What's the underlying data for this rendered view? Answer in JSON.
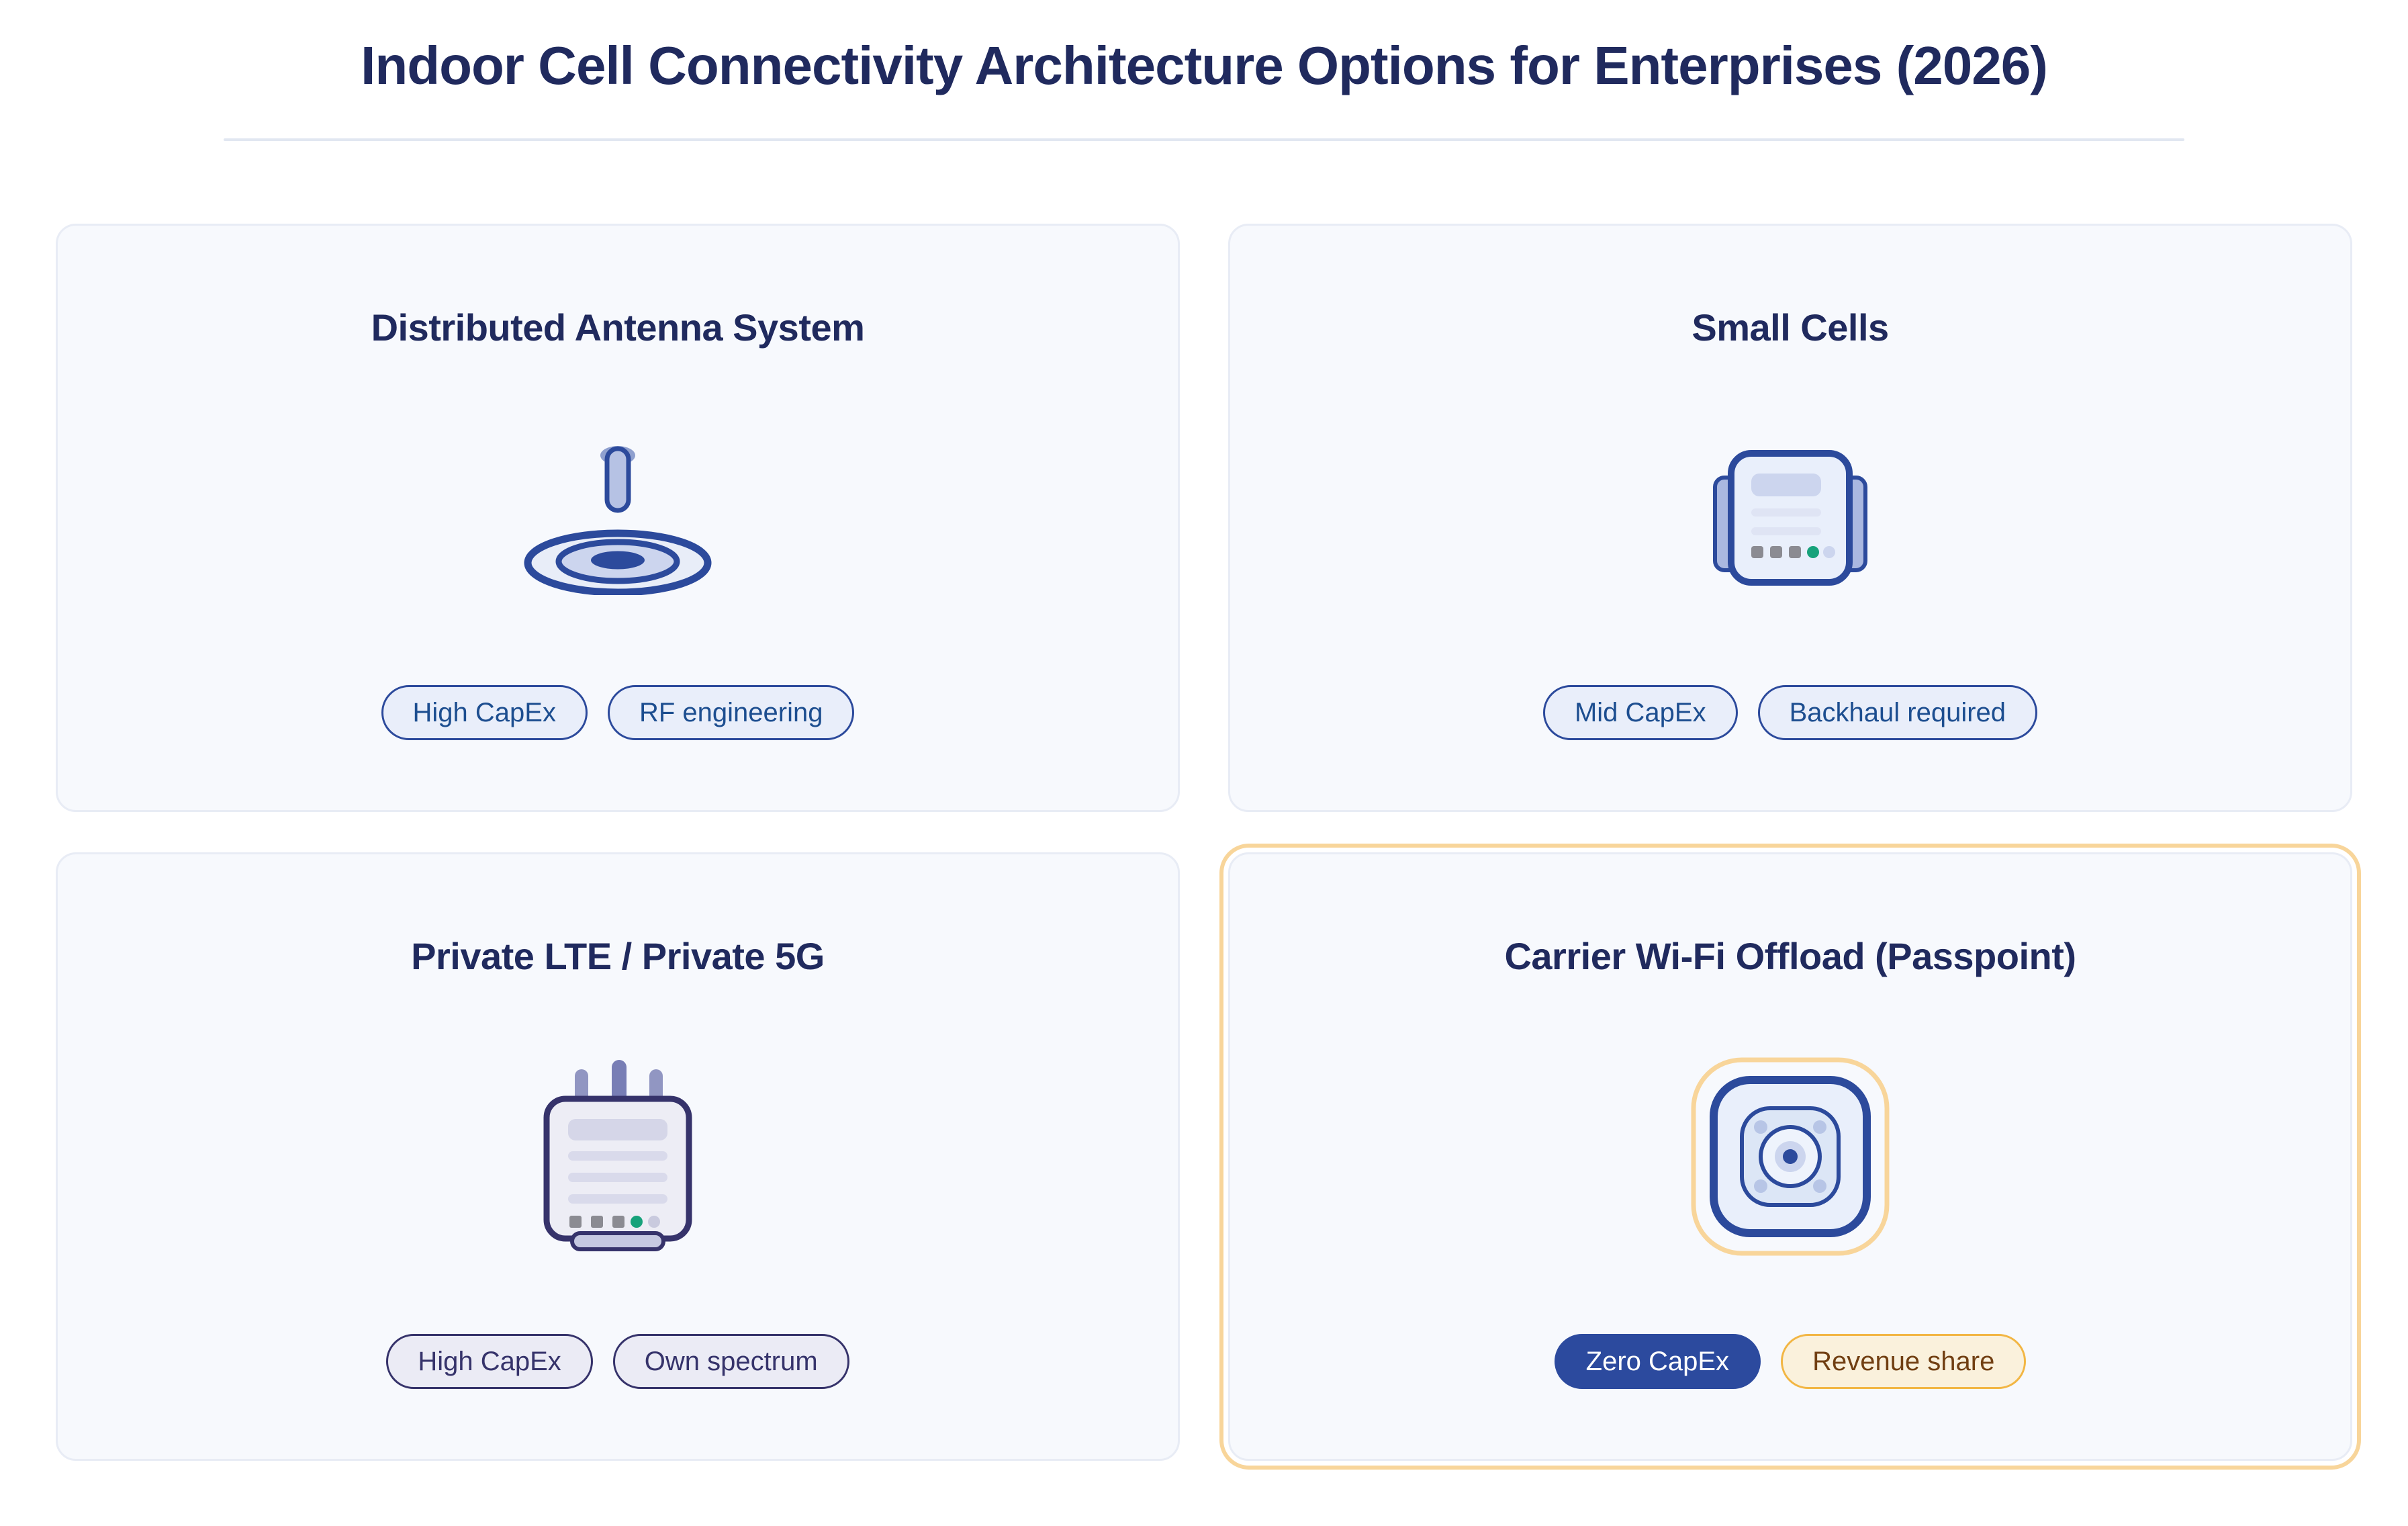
{
  "page": {
    "title": "Indoor Cell Connectivity Architecture Options for Enterprises (2026)"
  },
  "cards": [
    {
      "title": "Distributed Antenna System",
      "icon": "ceiling-antenna-icon",
      "highlighted": false,
      "badges": [
        {
          "label": "High CapEx",
          "variant": "blue-outline"
        },
        {
          "label": "RF engineering",
          "variant": "blue-outline"
        }
      ]
    },
    {
      "title": "Small Cells",
      "icon": "small-cell-icon",
      "highlighted": false,
      "badges": [
        {
          "label": "Mid CapEx",
          "variant": "blue-outline"
        },
        {
          "label": "Backhaul required",
          "variant": "blue-outline"
        }
      ]
    },
    {
      "title": "Private LTE / Private 5G",
      "icon": "base-station-icon",
      "highlighted": false,
      "badges": [
        {
          "label": "High CapEx",
          "variant": "indigo-outline"
        },
        {
          "label": "Own spectrum",
          "variant": "indigo-outline"
        }
      ]
    },
    {
      "title": "Carrier Wi-Fi Offload (Passpoint)",
      "icon": "wifi-access-point-icon",
      "highlighted": true,
      "badges": [
        {
          "label": "Zero CapEx",
          "variant": "solid-navy"
        },
        {
          "label": "Revenue share",
          "variant": "amber-outline"
        }
      ]
    }
  ],
  "colors": {
    "navy": "#2c4a9c",
    "title": "#202a5e",
    "indigo": "#36336b",
    "card_bg": "#f7f9fd",
    "card_border": "#e8ecf5",
    "divider": "#e1e7f1",
    "badge_blue_bg": "#e9eefa",
    "badge_blue_text": "#1d4e90",
    "badge_indigo_bg": "#ebebf5",
    "badge_amber_bg": "#faf1dc",
    "badge_amber_border": "#f2b644",
    "badge_amber_text": "#713f12",
    "solid_badge_bg": "#2c4a9e",
    "ring_amber": "#f8d59a",
    "green": "#17a27b",
    "gray": "#8b8b92"
  }
}
